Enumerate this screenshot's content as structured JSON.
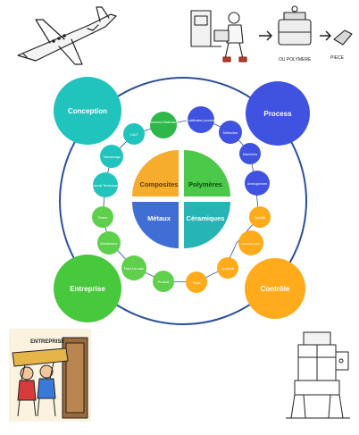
{
  "center": {
    "composites": "Composites",
    "polymeres": "Polymères",
    "metaux": "Métaux",
    "ceramiques": "Céramiques"
  },
  "corners": {
    "conception": "Conception",
    "process": "Process",
    "entreprise": "Entreprise",
    "controle": "Contrôle"
  },
  "ring_nodes": {
    "green_top": "Mesures Matériaux",
    "green_1": "CAO",
    "green_2": "Tolérancage",
    "green_3": "Calculs Techniques",
    "green_4": "Tenue",
    "green_5": "Maintenance",
    "green_6": "Faire à la main",
    "green_7": "Produit",
    "blue_1": "Modélisation procédés",
    "blue_2": "Méthodes",
    "blue_3": "Machines",
    "blue_4": "Développement",
    "orange_1": "Qualité",
    "orange_2": "Caractérisation",
    "orange_3": "Analyse",
    "orange_4": "Tests"
  },
  "illustrations": {
    "sign_text": "ENTREPRISE",
    "process_caption_1": "OU POLYMERE",
    "process_caption_2": "PIECE"
  },
  "colors": {
    "green": "#5ed04c",
    "green_dark": "#2fb84a",
    "teal": "#20c4bd",
    "blue": "#3f52e0",
    "orange": "#ffab1c",
    "quad_composites": "#f6ad2e",
    "quad_polymeres": "#4cc84a",
    "quad_metaux": "#3f6fd4",
    "quad_ceramiques": "#27b4b4",
    "ring": "#2d4f9e"
  }
}
